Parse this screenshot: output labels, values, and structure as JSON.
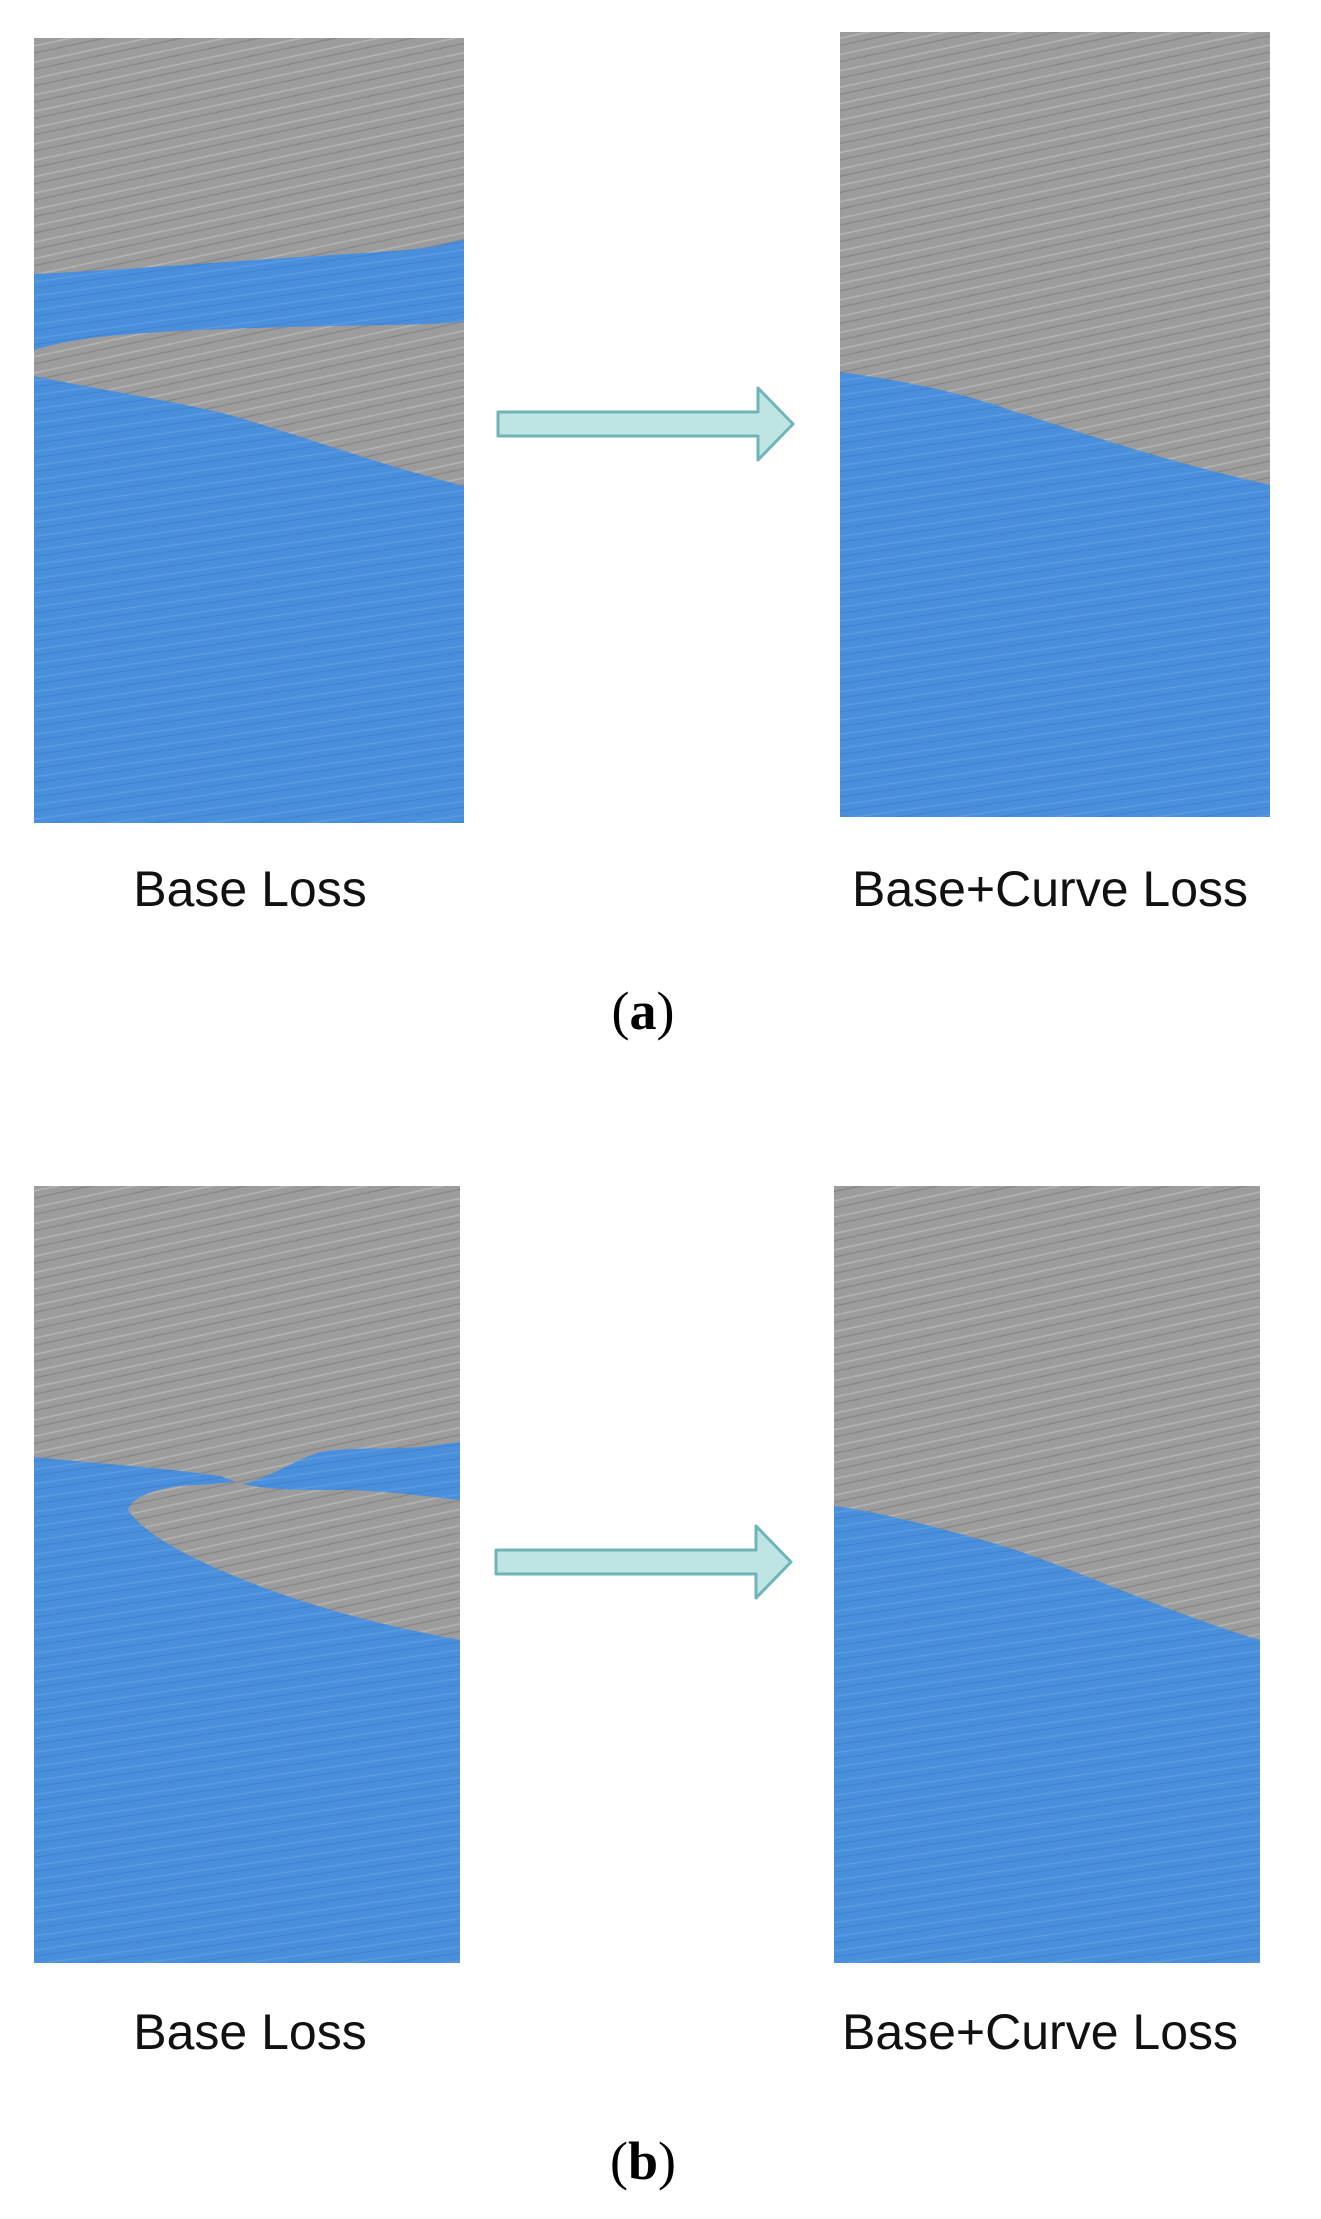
{
  "panels": [
    {
      "label_open": "(",
      "label_letter": "a",
      "label_close": ")",
      "left_caption": "Base Loss",
      "right_caption": "Base+Curve Loss"
    },
    {
      "label_open": "(",
      "label_letter": "b",
      "label_close": ")",
      "left_caption": "Base Loss",
      "right_caption": "Base+Curve Loss"
    }
  ],
  "colors": {
    "seismic_gray": "#9c9c9c",
    "segmentation_blue": "#4a8fdc",
    "arrow_fill": "#bfe4e4",
    "arrow_stroke": "#6fb5b8"
  }
}
